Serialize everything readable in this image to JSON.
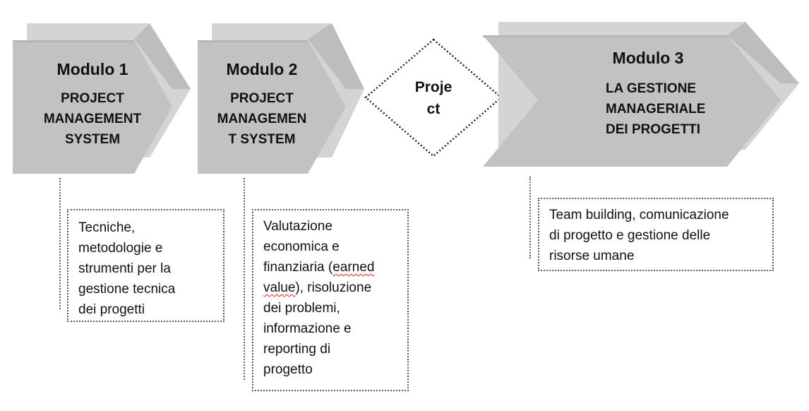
{
  "modules": [
    {
      "title": "Modulo 1",
      "subtitle_lines": [
        "PROJECT",
        "MANAGEMENT",
        "SYSTEM"
      ],
      "detail_lines": [
        "Tecniche,",
        "metodologie e",
        "strumenti per la",
        "gestione tecnica",
        "dei progetti"
      ]
    },
    {
      "title": "Modulo 2",
      "subtitle_lines": [
        "PROJECT",
        "MANAGEMEN",
        "T SYSTEM"
      ],
      "detail_lines": [
        "Valutazione",
        "economica e",
        "finanziaria (earned",
        "value), risoluzione",
        "dei problemi,",
        "informazione e",
        "reporting di",
        "progetto"
      ]
    },
    {
      "title": "Modulo 3",
      "subtitle_lines": [
        "LA GESTIONE",
        "MANAGERIALE",
        "DEI PROGETTI"
      ],
      "detail_lines": [
        "Team building, comunicazione",
        "di progetto e gestione delle",
        "risorse umane"
      ]
    }
  ],
  "project": {
    "lines": [
      "Proje",
      "ct"
    ]
  },
  "misspelled_words": [
    "earned",
    "value"
  ]
}
